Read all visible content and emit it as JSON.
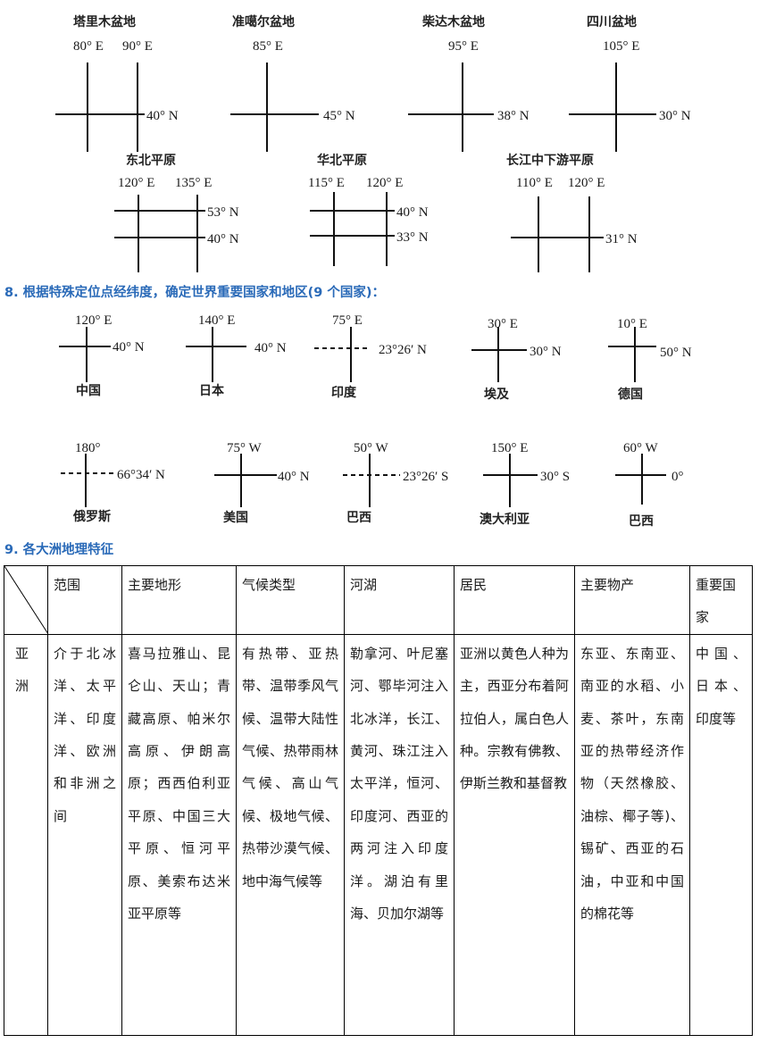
{
  "heading8": "8. 根据特殊定位点经纬度，确定世界重要国家和地区(9 个国家)：",
  "heading9": "9. 各大洲地理特征",
  "colors": {
    "heading": "#2a6ab8",
    "line": "#111111"
  },
  "basins": [
    {
      "name": "塔里木盆地",
      "lons": [
        "80° E",
        "90° E"
      ],
      "lats": [
        "40° N"
      ]
    },
    {
      "name": "准噶尔盆地",
      "lons": [
        "85° E"
      ],
      "lats": [
        "45° N"
      ]
    },
    {
      "name": "柴达木盆地",
      "lons": [
        "95° E"
      ],
      "lats": [
        "38° N"
      ]
    },
    {
      "name": "四川盆地",
      "lons": [
        "105° E"
      ],
      "lats": [
        "30° N"
      ]
    }
  ],
  "plains": [
    {
      "name": "东北平原",
      "lons": [
        "120° E",
        "135° E"
      ],
      "lats": [
        "53° N",
        "40° N"
      ]
    },
    {
      "name": "华北平原",
      "lons": [
        "115° E",
        "120° E"
      ],
      "lats": [
        "40° N",
        "33° N"
      ]
    },
    {
      "name": "长江中下游平原",
      "lons": [
        "110° E",
        "120° E"
      ],
      "lats": [
        "31° N"
      ]
    }
  ],
  "countries_row1": [
    {
      "name": "中国",
      "lon": "120° E",
      "lat": "40° N"
    },
    {
      "name": "日本",
      "lon": "140° E",
      "lat": "40° N"
    },
    {
      "name": "印度",
      "lon": "75° E",
      "lat": "23°26′ N"
    },
    {
      "name": "埃及",
      "lon": "30° E",
      "lat": "30° N"
    },
    {
      "name": "德国",
      "lon": "10° E",
      "lat": "50° N"
    }
  ],
  "countries_row2": [
    {
      "name": "俄罗斯",
      "lon": "180°",
      "lat": "66°34′ N"
    },
    {
      "name": "美国",
      "lon": "75° W",
      "lat": "40° N"
    },
    {
      "name": "巴西",
      "lon": "50° W",
      "lat": "23°26′ S"
    },
    {
      "name": "澳大利亚",
      "lon": "150° E",
      "lat": "30° S"
    },
    {
      "name": "巴西",
      "lon": "60° W",
      "lat": "0°"
    }
  ],
  "table": {
    "headers": [
      "范围",
      "主要地形",
      "气候类型",
      "河湖",
      "居民",
      "主要物产",
      "重要国家"
    ],
    "row": {
      "continent": "亚洲",
      "range": "介于北冰洋、太平洋、印度洋、欧洲和非洲之间",
      "terrain": "喜马拉雅山、昆仑山、天山；青藏高原、帕米尔高原、伊朗高原；西西伯利亚平原、中国三大平原、恒河平原、美索布达米亚平原等",
      "climate": "有热带、亚热带、温带季风气候、温带大陆性气候、热带雨林气候、高山气候、极地气候、热带沙漠气候、地中海气候等",
      "rivers": "勒拿河、叶尼塞河、鄂毕河注入北冰洋，长江、黄河、珠江注入太平洋，恒河、印度河、西亚的两河注入印度洋。湖泊有里海、贝加尔湖等",
      "people": "亚洲以黄色人种为主，西亚分布着阿拉伯人，属白色人种。宗教有佛教、伊斯兰教和基督教",
      "products": "东亚、东南亚、南亚的水稻、小麦、茶叶，东南亚的热带经济作物（天然橡胶、油棕、椰子等)、锡矿、西亚的石油，中亚和中国的棉花等",
      "countries": "中国、日本、印度等"
    }
  }
}
